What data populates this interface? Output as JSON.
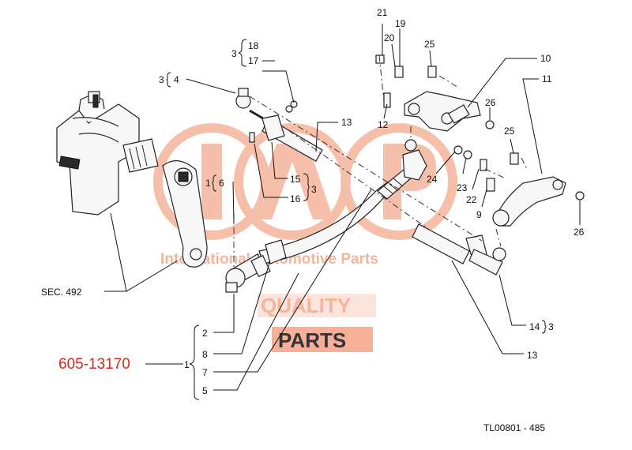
{
  "part_number": "605-13170",
  "drawing_ref": "TL00801 - 485",
  "section_ref": "SEC. 492",
  "watermark": {
    "brand": "IAP",
    "tagline": "International Automotive Parts",
    "quality": "QUALITY",
    "parts": "PARTS"
  },
  "colors": {
    "part_number": "#d42a1e",
    "watermark": "#f4a385"
  },
  "labels": {
    "n1": "1",
    "n2": "2",
    "n3": "3",
    "n4": "4",
    "n5": "5",
    "n6": "6",
    "n7": "7",
    "n8": "8",
    "n9": "9",
    "n10": "10",
    "n11": "11",
    "n12": "12",
    "n13": "13",
    "n14": "14",
    "n15": "15",
    "n16": "16",
    "n17": "17",
    "n18": "18",
    "n19": "19",
    "n20": "20",
    "n21": "21",
    "n22": "22",
    "n23": "23",
    "n24": "24",
    "n25": "25",
    "n26": "26"
  }
}
